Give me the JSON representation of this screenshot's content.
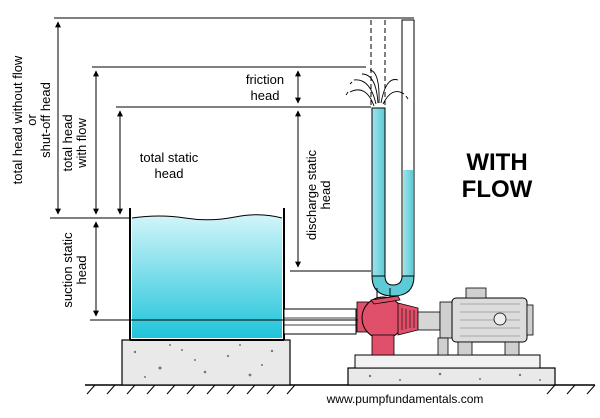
{
  "labels": {
    "total_head_without_flow_1": "total head without flow",
    "total_head_without_flow_2": "or",
    "total_head_without_flow_3": "shut-off head",
    "total_head_with_flow_1": "total head",
    "total_head_with_flow_2": "with flow",
    "suction_static_1": "suction static",
    "suction_static_2": "head",
    "total_static_1": "total static",
    "total_static_2": "head",
    "friction_1": "friction",
    "friction_2": "head",
    "discharge_static_1": "discharge static",
    "discharge_static_2": "head",
    "with": "WITH",
    "flow": "FLOW",
    "website": "www.pumpfundamentals.com"
  },
  "colors": {
    "water_top": "#cdf3f8",
    "water_bottom": "#22c6dc",
    "pump": "#e0506a",
    "motor": "#cccccc",
    "concrete": "#e8e8e8",
    "pipe_water": "#7ad7e0"
  }
}
